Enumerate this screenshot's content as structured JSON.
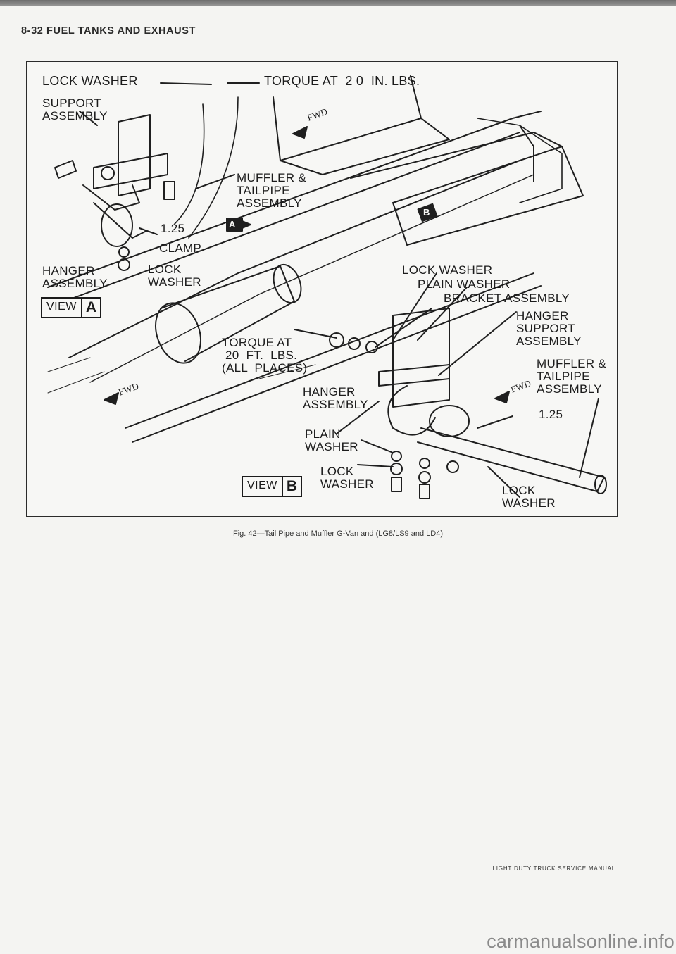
{
  "header": {
    "section_title": "8-32 FUEL TANKS AND EXHAUST"
  },
  "figure": {
    "labels": {
      "lock_washer_top": "LOCK WASHER",
      "torque_20_in": "TORQUE AT  2 0  IN. LBS.",
      "support_assembly": "SUPPORT\nASSEMBLY",
      "fwd_top": "FWD",
      "muffler_tailpipe_a": "MUFFLER &\nTAILPIPE\nASSEMBLY",
      "dim_125_a": "1.25",
      "clamp": "CLAMP",
      "hanger_assembly_a": "HANGER\nASSEMBLY",
      "lock_washer_a": "LOCK\nWASHER",
      "view_word_a": "VIEW",
      "view_letter_a": "A",
      "callout_a": "A",
      "callout_b": "B",
      "lock_washer_b": "LOCK WASHER",
      "plain_washer_b": "PLAIN WASHER",
      "bracket_assembly": "BRACKET ASSEMBLY",
      "hanger_support_assembly": "HANGER\nSUPPORT\nASSEMBLY",
      "torque_20_ft": "TORQUE AT\n 20  FT.  LBS.\n(ALL  PLACES)",
      "muffler_tailpipe_b": "MUFFLER &\nTAILPIPE\nASSEMBLY",
      "fwd_left": "FWD",
      "fwd_right": "FWD",
      "hanger_assembly_b": "HANGER\nASSEMBLY",
      "dim_125_b": "1.25",
      "plain_washer_low": "PLAIN\nWASHER",
      "lock_washer_low": "LOCK\nWASHER",
      "lock_washer_br": "LOCK\nWASHER",
      "view_word_b": "VIEW",
      "view_letter_b": "B"
    },
    "caption": "Fig. 42—Tail Pipe and Muffler G-Van and (LG8/LS9 and LD4)"
  },
  "footer": {
    "manual_name": "LIGHT DUTY TRUCK SERVICE MANUAL"
  },
  "watermark": "carmanualsonline.info"
}
